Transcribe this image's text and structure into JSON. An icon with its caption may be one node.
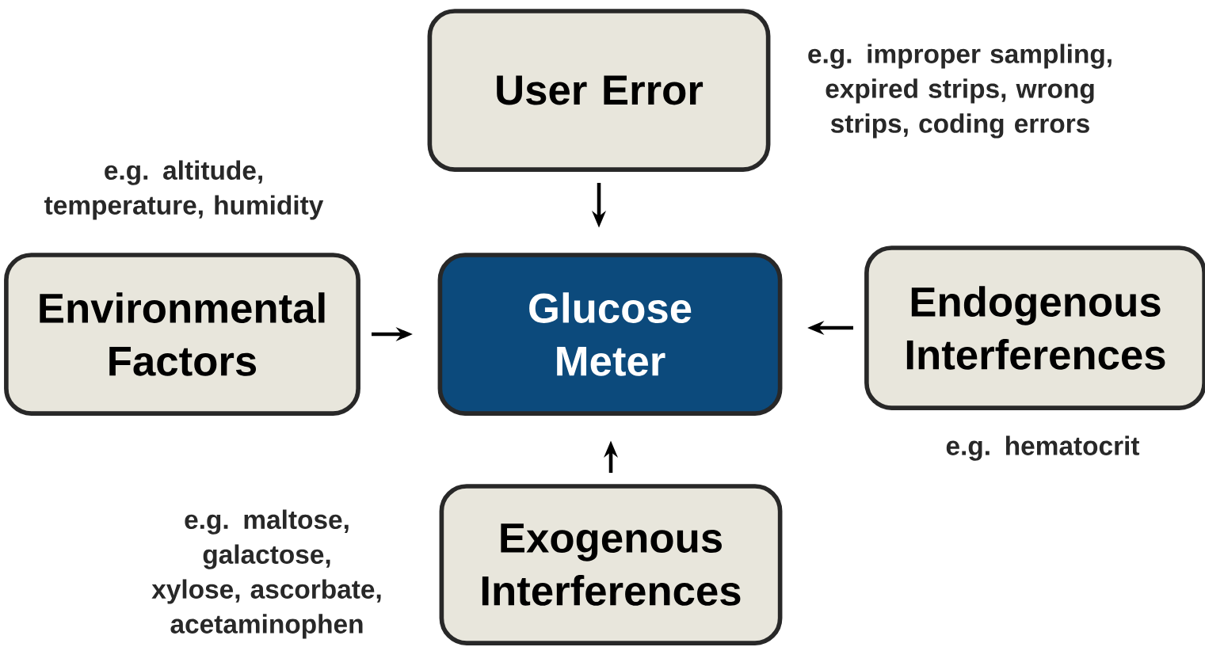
{
  "diagram": {
    "nodes": [
      {
        "text": [
          "User Error"
        ],
        "beside": [
          "e.g. improper sampling, expired strips, wrong strips, coding errors"
        ]
      },
      {
        "text": [
          "Environmental Factors"
        ],
        "beside": [
          "e.g. altitude, temperature, humidity"
        ]
      },
      {
        "text": [
          "Glucose Meter"
        ]
      },
      {
        "text": [
          "Endogenous Interferences"
        ],
        "beside": [
          "e.g. hematocrit"
        ]
      },
      {
        "text": [
          "Exogenous Interferences"
        ],
        "beside": [
          "e.g. maltose, galactose, xylose, ascorbate, acetaminophen"
        ]
      }
    ],
    "edges": [
      {
        "from": 0,
        "to": 2,
        "arrow": "to"
      },
      {
        "from": 1,
        "to": 2,
        "arrow": "to"
      },
      {
        "from": 3,
        "to": 2,
        "arrow": "to"
      },
      {
        "from": 4,
        "to": 2,
        "arrow": "to"
      }
    ]
  }
}
